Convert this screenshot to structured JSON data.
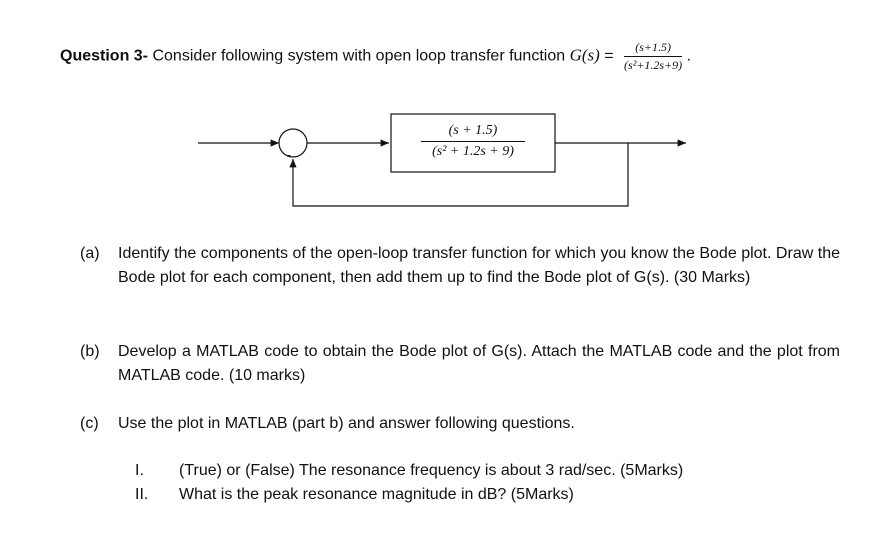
{
  "question": {
    "label": "Question 3-",
    "intro": "Consider following system with open loop transfer function",
    "gs": "G(s)",
    "equals": "=",
    "tf_num": "(s+1.5)",
    "tf_den": "(s²+1.2s+9)",
    "period": "."
  },
  "block_diagram": {
    "summing_sign": "-",
    "block_num": "(s + 1.5)",
    "block_den": "(s² + 1.2s + 9)"
  },
  "parts": {
    "a_label": "(a)",
    "a_text": "Identify the components of the open-loop transfer function for which you know the Bode plot. Draw the Bode plot for each component, then add them up to find the Bode plot of G(s). (30 Marks)",
    "b_label": "(b)",
    "b_text": "Develop a MATLAB code to obtain the Bode plot of G(s). Attach the MATLAB code and the plot from MATLAB code. (10 marks)",
    "c_label": "(c)",
    "c_text": "Use the plot in MATLAB (part b) and answer following questions.",
    "c_items": [
      {
        "num": "I.",
        "text": "(True) or (False) The resonance frequency is about 3 rad/sec. (5Marks)"
      },
      {
        "num": "II.",
        "text": "What is the peak resonance magnitude in dB? (5Marks)"
      }
    ]
  }
}
